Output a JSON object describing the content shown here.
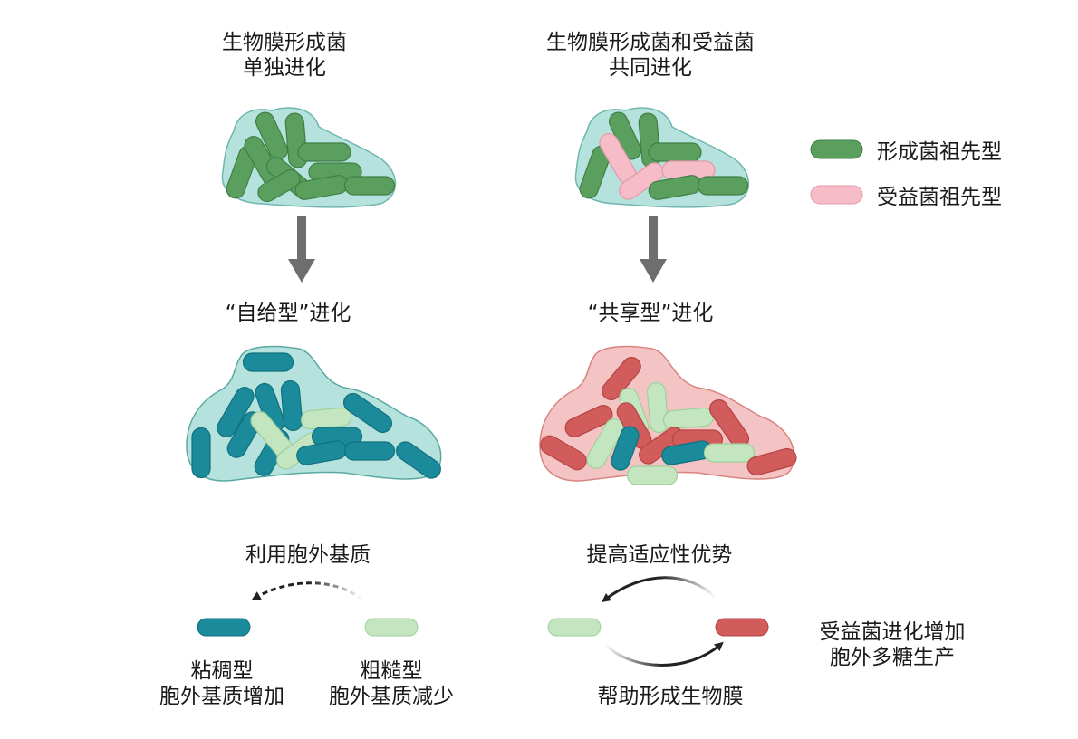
{
  "left_column": {
    "title_line1": "生物膜形成菌",
    "title_line2": "单独进化",
    "outcome": "“自给型”进化",
    "interaction_label": "利用胞外基质",
    "mucoid_label_line1": "粘稠型",
    "mucoid_label_line2": "胞外基质增加",
    "rough_label_line1": "粗糙型",
    "rough_label_line2": "胞外基质减少"
  },
  "right_column": {
    "title_line1": "生物膜形成菌和受益菌",
    "title_line2": "共同进化",
    "outcome": "“共享型”进化",
    "top_arrow_label": "提高适应性优势",
    "bottom_arrow_label": "帮助形成生物膜",
    "beneficiary_label_line1": "受益菌进化增加",
    "beneficiary_label_line2": "胞外多糖生产"
  },
  "legend": {
    "items": [
      {
        "label": "形成菌祖先型",
        "color": "#5b9f5f"
      },
      {
        "label": "受益菌祖先型",
        "color": "#f6bcc8"
      }
    ]
  },
  "colors": {
    "former": "#5b9f5f",
    "beneficiary": "#f6bcc8",
    "mucoid": "#1b8b9b",
    "rough": "#c3e6c0",
    "evolved_beneficiary": "#d25b5b",
    "matrix_teal": "#b6e2dd",
    "matrix_red": "#f4c4c4",
    "arrow": "#6e6e6e"
  }
}
